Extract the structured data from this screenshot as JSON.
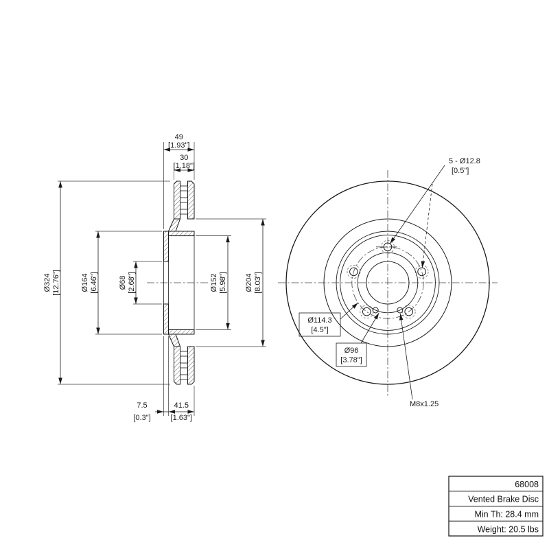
{
  "title_block": {
    "rows": [
      {
        "label": "68008"
      },
      {
        "label": "Vented Brake Disc"
      },
      {
        "label": "Min Th: 28.4 mm"
      },
      {
        "label": "Weight: 20.5 lbs"
      }
    ]
  },
  "section_view": {
    "dim_width_overall": {
      "value": "49",
      "inches": "[1.93\"]"
    },
    "dim_width_friction": {
      "value": "30",
      "inches": "[1.18\"]"
    },
    "dim_outer_diameter": {
      "value": "Ø324",
      "inches": "[12.76\"]"
    },
    "dim_hat_diameter": {
      "value": "Ø164",
      "inches": "[6.46\"]"
    },
    "dim_bore_diameter": {
      "value": "Ø68",
      "inches": "[2.68\"]"
    },
    "dim_hat_inner_diameter": {
      "value": "Ø152",
      "inches": "[5.98\"]"
    },
    "dim_friction_inner_diameter": {
      "value": "Ø204",
      "inches": "[8.03\"]"
    },
    "dim_flange_thickness": {
      "value": "7.5",
      "inches": "[0.3\"]"
    },
    "dim_hat_depth": {
      "value": "41.5",
      "inches": "[1.63\"]"
    }
  },
  "front_view": {
    "label_bolt_holes": {
      "value": "5 - Ø12.8",
      "inches": "[0.5\"]"
    },
    "label_bolt_circle": {
      "value": "Ø114.3",
      "inches": "[4.5\"]"
    },
    "label_pilot_diameter": {
      "value": "Ø96",
      "inches": "[3.78\"]"
    },
    "label_thread": {
      "value": "M8x1.25"
    }
  }
}
